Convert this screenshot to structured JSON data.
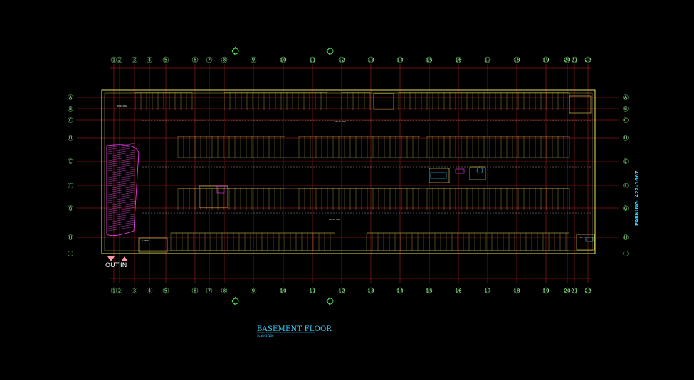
{
  "drawing": {
    "title": "BASEMENT FLOOR",
    "subtitle": "Scale 1:100",
    "side_label": "PARKING: 422–1667",
    "entry_labels": {
      "out": "OUT",
      "in": "IN"
    },
    "column_labels": [
      "1",
      "2",
      "3",
      "4",
      "5",
      "6",
      "7",
      "8",
      "9",
      "10",
      "11",
      "12",
      "13",
      "14",
      "15",
      "16",
      "17",
      "18",
      "19",
      "20",
      "21",
      "22"
    ],
    "row_labels": [
      "A",
      "B",
      "C",
      "D",
      "E",
      "F",
      "G",
      "H"
    ],
    "colors": {
      "background": "#000000",
      "grid_line": "#ff2a2a",
      "grid_label": "#9cff9c",
      "walls": "#e8e05a",
      "stalls": "#d6c84a",
      "outline": "#ffffff",
      "accent_cyan": "#36d0ff",
      "accent_magenta": "#ff3cff"
    }
  }
}
